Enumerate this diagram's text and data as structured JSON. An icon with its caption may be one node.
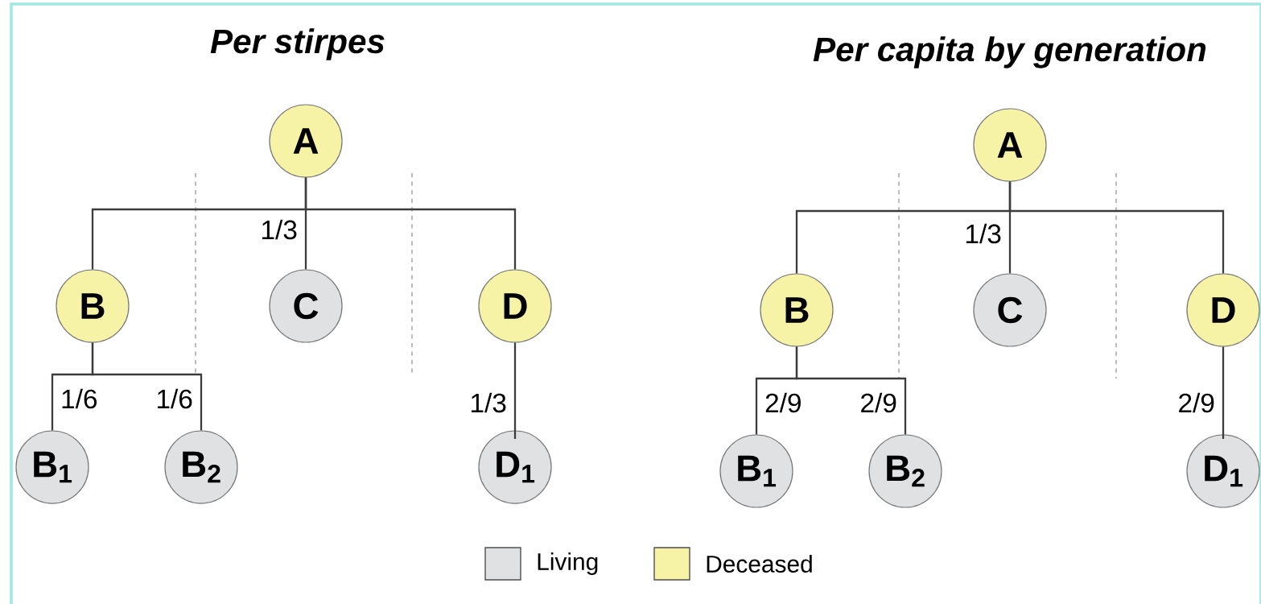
{
  "diagram": {
    "nodes": [
      {
        "text": [
          "A"
        ]
      },
      {
        "text": [
          "B"
        ]
      },
      {
        "text": [
          "C"
        ]
      },
      {
        "text": [
          "D"
        ]
      },
      {
        "text": [
          "B$_{1}$"
        ]
      },
      {
        "text": [
          "B$_{2}$"
        ]
      },
      {
        "text": [
          "D$_{1}$"
        ]
      },
      {
        "text": [
          "A"
        ]
      },
      {
        "text": [
          "B"
        ]
      },
      {
        "text": [
          "C"
        ]
      },
      {
        "text": [
          "D"
        ]
      },
      {
        "text": [
          "B$_{1}$"
        ]
      },
      {
        "text": [
          "B$_{2}$"
        ]
      },
      {
        "text": [
          "D$_{1}$"
        ]
      }
    ],
    "edges": [
      {
        "from": 0,
        "to": 1,
        "arrow": "none"
      },
      {
        "from": 0,
        "to": 2,
        "arrow": "none",
        "label": "1/3"
      },
      {
        "from": 0,
        "to": 3,
        "arrow": "none"
      },
      {
        "from": 1,
        "to": 4,
        "arrow": "none",
        "label": "1/6"
      },
      {
        "from": 1,
        "to": 5,
        "arrow": "none",
        "label": "1/6"
      },
      {
        "from": 3,
        "to": 6,
        "arrow": "none",
        "label": "1/3"
      },
      {
        "from": 7,
        "to": 8,
        "arrow": "none"
      },
      {
        "from": 7,
        "to": 9,
        "arrow": "none",
        "label": "1/3"
      },
      {
        "from": 7,
        "to": 10,
        "arrow": "none"
      },
      {
        "from": 8,
        "to": 11,
        "arrow": "none",
        "label": "2/9"
      },
      {
        "from": 8,
        "to": 12,
        "arrow": "none",
        "label": "2/9"
      },
      {
        "from": 10,
        "to": 13,
        "arrow": "none",
        "label": "2/9"
      }
    ],
    "labels": [
      "Per stirpes",
      "Per capita by generation"
    ],
    "legend": [
      {
        "text": "Living",
        "color": "#dfe1e3"
      },
      {
        "text": "Deceased",
        "color": "#f7f3a6"
      }
    ]
  }
}
